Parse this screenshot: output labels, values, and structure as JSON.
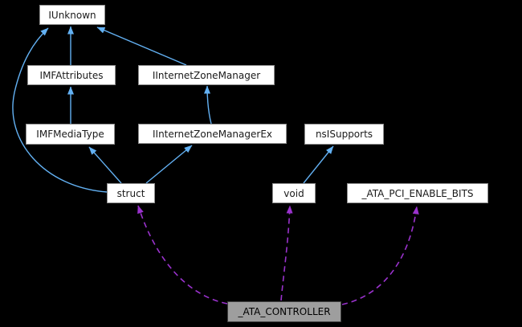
{
  "diagram": {
    "title": "collaboration graph",
    "background_color": "#000000",
    "inheritance_edge_color": "#63b1f3",
    "collaboration_edge_color": "#9a32cd",
    "highlight_node_fill": "#9e9e9e",
    "nodes": {
      "iunknown": {
        "label": "IUnknown"
      },
      "imfattributes": {
        "label": "IMFAttributes"
      },
      "iinternetzonemanager": {
        "label": "IInternetZoneManager"
      },
      "imfmediatype": {
        "label": "IMFMediaType"
      },
      "iinternetzonemanagerex": {
        "label": "IInternetZoneManagerEx"
      },
      "nsisupports": {
        "label": "nsISupports"
      },
      "struct": {
        "label": "struct"
      },
      "void": {
        "label": "void"
      },
      "ata_pci_enable_bits": {
        "label": "_ATA_PCI_ENABLE_BITS"
      },
      "ata_controller": {
        "label": "_ATA_CONTROLLER"
      }
    },
    "edges": [
      {
        "from": "IMFAttributes",
        "to": "IUnknown",
        "type": "inheritance"
      },
      {
        "from": "IInternetZoneManager",
        "to": "IUnknown",
        "type": "inheritance"
      },
      {
        "from": "struct",
        "to": "IUnknown",
        "type": "inheritance"
      },
      {
        "from": "IMFMediaType",
        "to": "IMFAttributes",
        "type": "inheritance"
      },
      {
        "from": "IInternetZoneManagerEx",
        "to": "IInternetZoneManager",
        "type": "inheritance"
      },
      {
        "from": "struct",
        "to": "IMFMediaType",
        "type": "inheritance"
      },
      {
        "from": "struct",
        "to": "IInternetZoneManagerEx",
        "type": "inheritance"
      },
      {
        "from": "void",
        "to": "nsISupports",
        "type": "inheritance"
      },
      {
        "from": "_ATA_CONTROLLER",
        "to": "struct",
        "type": "collaboration"
      },
      {
        "from": "_ATA_CONTROLLER",
        "to": "void",
        "type": "collaboration"
      },
      {
        "from": "_ATA_CONTROLLER",
        "to": "_ATA_PCI_ENABLE_BITS",
        "type": "collaboration"
      }
    ]
  }
}
